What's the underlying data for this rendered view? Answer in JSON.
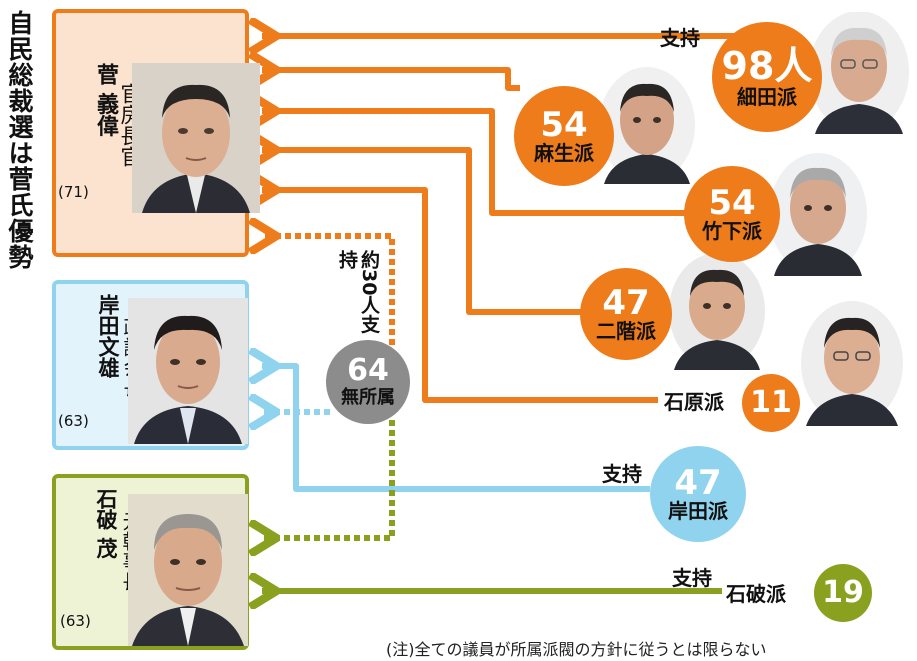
{
  "title": "自民総裁選は菅氏優勢",
  "colors": {
    "orange": "#ee7c1a",
    "blue": "#8fd3ee",
    "olive": "#8aa11f",
    "gray": "#8c8c8c",
    "suga_bg": "#fbe3cf",
    "kishida_bg": "#e2f3fb",
    "ishiba_bg": "#eef3d6"
  },
  "candidates": [
    {
      "name": "菅 義偉",
      "post": "官房長官",
      "age": "(71)"
    },
    {
      "name": "岸田文雄",
      "post": "政調会長",
      "age": "(63)"
    },
    {
      "name": "石破 茂",
      "post": "元幹事長",
      "age": "(63)"
    }
  ],
  "factions": [
    {
      "count": "98人",
      "name": "細田派"
    },
    {
      "count": "54",
      "name": "麻生派"
    },
    {
      "count": "54",
      "name": "竹下派"
    },
    {
      "count": "47",
      "name": "二階派"
    },
    {
      "count": "11",
      "name": "石原派"
    },
    {
      "count": "47",
      "name": "岸田派"
    },
    {
      "count": "19",
      "name": "石破派"
    },
    {
      "count": "64",
      "name": "無所属"
    }
  ],
  "support_labels": {
    "hosoda": "支持",
    "kishida": "支持",
    "ishiba": "支持",
    "unaffiliated": "約30人支持"
  },
  "note": "(注)全ての議員が所属派閥の方針に従うとは限らない"
}
